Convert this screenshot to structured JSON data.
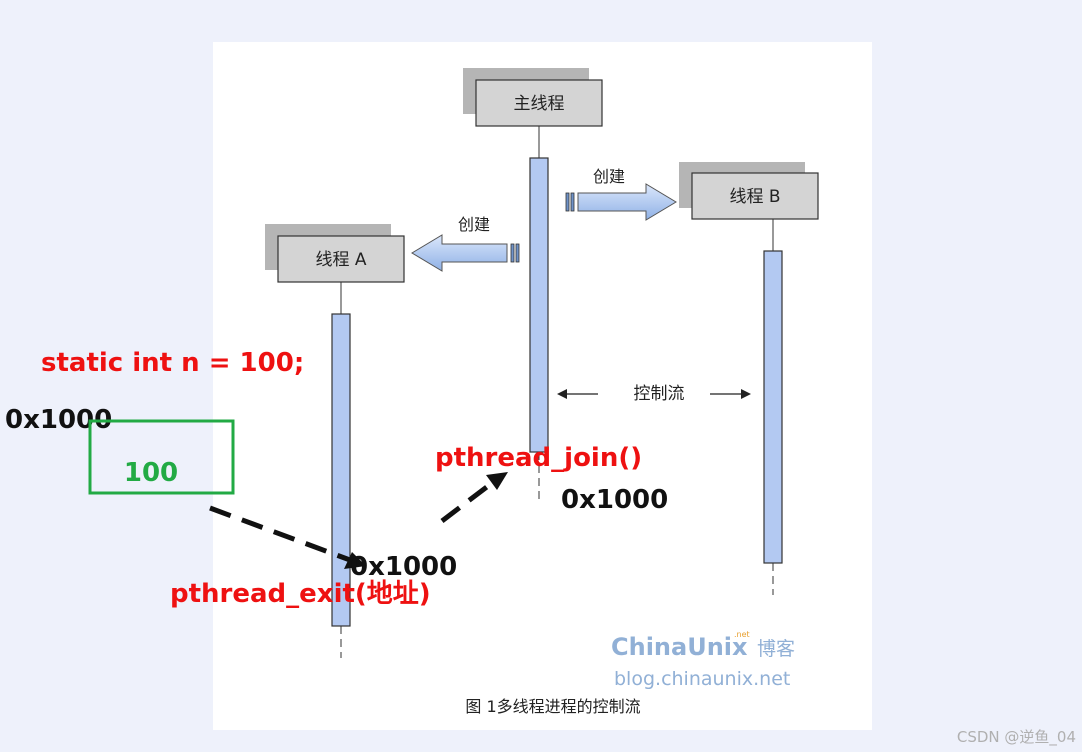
{
  "diagram": {
    "threads": {
      "main": "主线程",
      "a": "线程 A",
      "b": "线程 B"
    },
    "create_label": "创建",
    "control_flow_label": "控制流",
    "caption": "图 1多线程进程的控制流",
    "watermark": {
      "brand": "ChinaUnix",
      "brand_suffix": "博客",
      "brand_small": ".net",
      "url": "blog.chinaunix.net"
    }
  },
  "annotations": {
    "static_decl": "static int n = 100;",
    "address_left": "0x1000",
    "box_value": "100",
    "address_exit": "0x1000",
    "exit_call": "pthread_exit(地址)",
    "join_call": "pthread_join()",
    "address_join": "0x1000"
  },
  "footer": {
    "credit": "CSDN @逆鱼_04"
  },
  "colors": {
    "background": "#eef1fb",
    "panel": "#ffffff",
    "lifeline_fill": "#b3c9f2",
    "box_fill": "#d4d4d4",
    "box_shadow": "#b5b5b5",
    "annotation_red": "#ee1111",
    "value_green": "#22aa44",
    "watermark_blue": "#7ea3cf"
  }
}
